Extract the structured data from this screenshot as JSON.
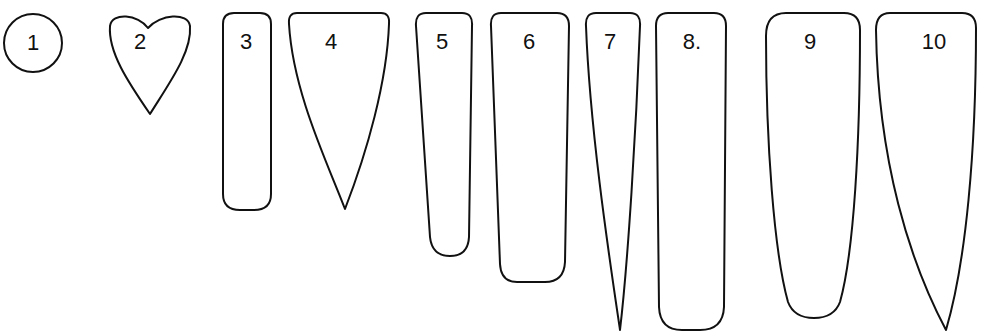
{
  "diagram": {
    "nodes": [
      {
        "text": [
          "1"
        ]
      },
      {
        "text": [
          "2"
        ]
      },
      {
        "text": [
          "3"
        ]
      },
      {
        "text": [
          "4"
        ]
      },
      {
        "text": [
          "5"
        ]
      },
      {
        "text": [
          "6"
        ]
      },
      {
        "text": [
          "7"
        ]
      },
      {
        "text": [
          "8."
        ]
      },
      {
        "text": [
          "9"
        ]
      },
      {
        "text": [
          "10"
        ]
      }
    ]
  }
}
